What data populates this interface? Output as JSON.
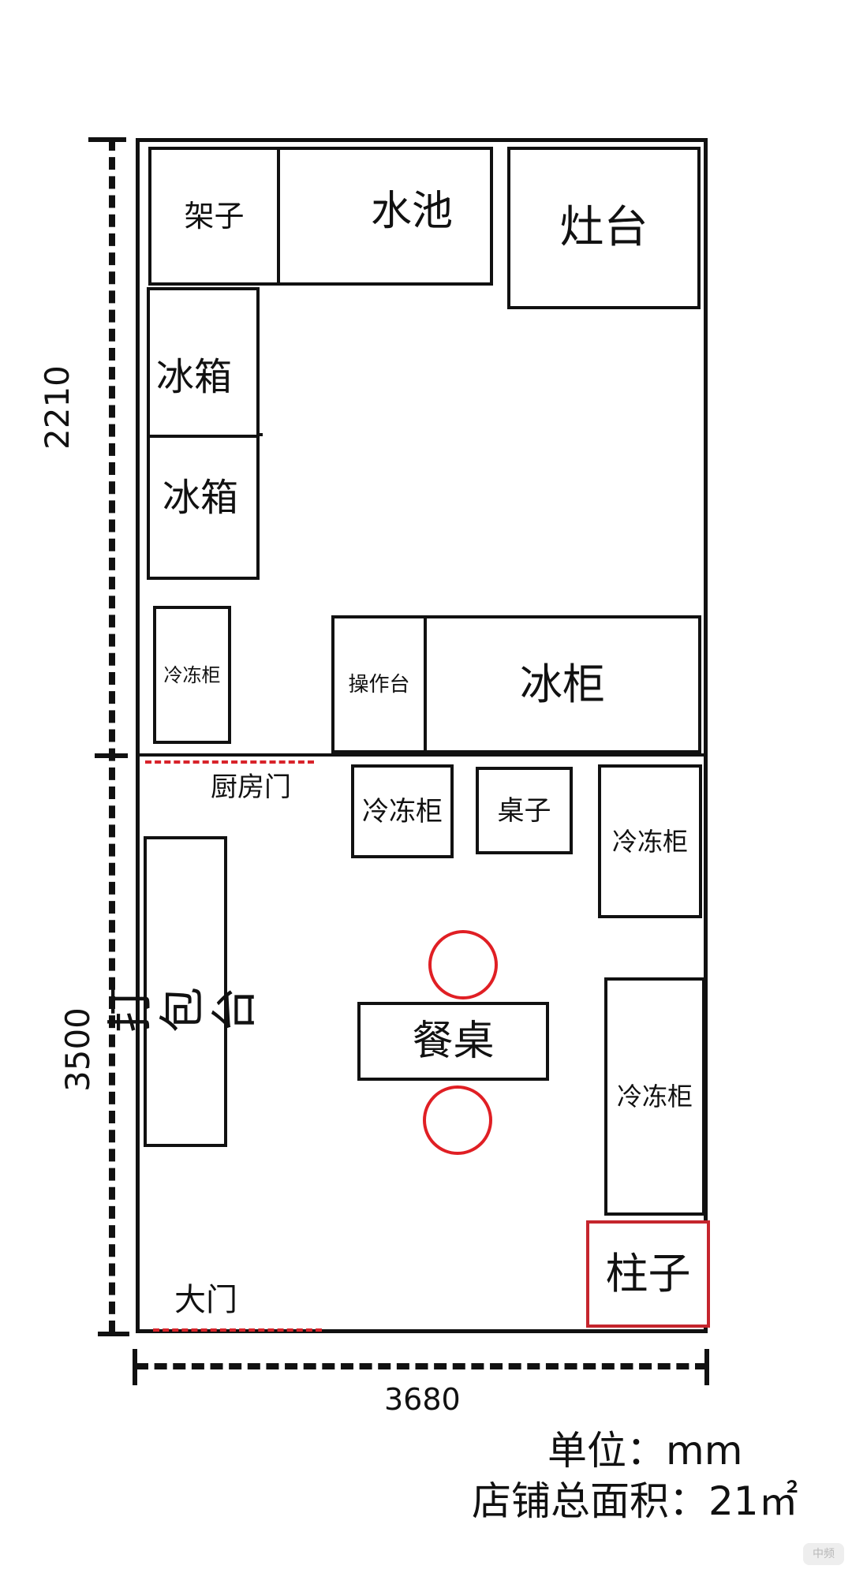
{
  "dimensions": {
    "top_left": "2210",
    "bottom_left": "3500",
    "bottom": "3680"
  },
  "rooms": {
    "shelf": "架子",
    "sink": "水池",
    "stove": "灶台",
    "fridge_1": "冰箱",
    "fridge_2": "冰箱",
    "freezer_left": "冷冻柜",
    "workbench": "操作台",
    "ice_cabinet": "冰柜",
    "kitchen_door": "厨房门",
    "freezer_mid": "冷冻柜",
    "table_small": "桌子",
    "freezer_right_top": "冷冻柜",
    "packing_station": "打包台",
    "dining_table": "餐桌",
    "freezer_right_bottom": "冷冻柜",
    "pillar": "柱子",
    "main_door": "大门"
  },
  "notes": {
    "unit": "单位：mm",
    "area": "店铺总面积：21㎡"
  },
  "watermark": "中频",
  "colors": {
    "line": "#111111",
    "red": "#d8232a"
  }
}
